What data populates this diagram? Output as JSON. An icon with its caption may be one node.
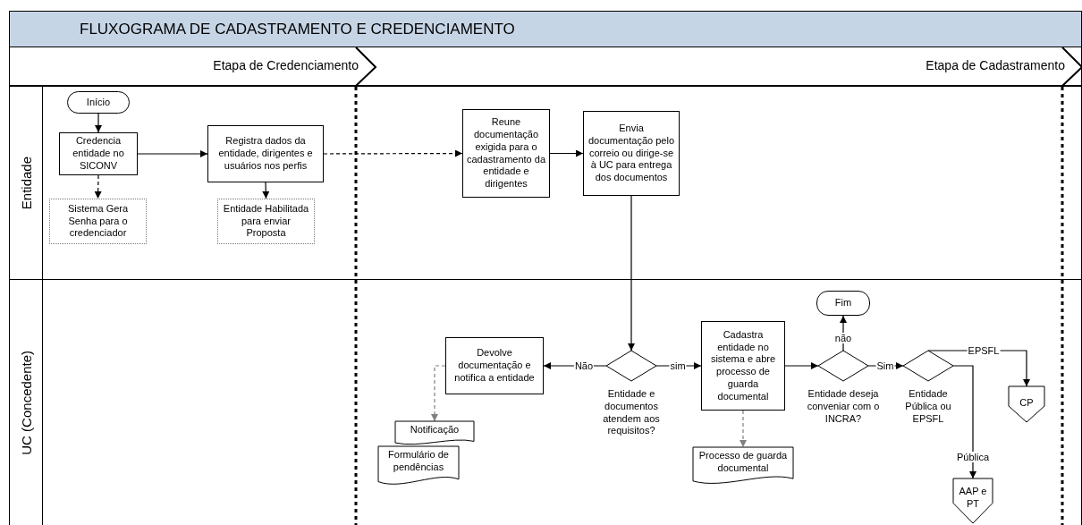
{
  "diagram": {
    "title": "FLUXOGRAMA DE CADASTRAMENTO E CREDENCIAMENTO",
    "nodes": [
      {
        "text": [
          "Entidade"
        ]
      },
      {
        "text": [
          "UC (Concedente)"
        ]
      },
      {
        "text": [
          "Início"
        ],
        "in": 0
      },
      {
        "text": [
          "Credencia entidade no SICONV"
        ],
        "in": 0
      },
      {
        "text": [
          "Sistema Gera Senha para o credenciador"
        ],
        "in": 0
      },
      {
        "text": [
          "Registra dados da entidade, dirigentes e usuários nos perfis"
        ],
        "in": 0
      },
      {
        "text": [
          "Entidade Habilitada para enviar Proposta"
        ],
        "in": 0
      },
      {
        "text": [
          "Reune documentação exigida para o cadastramento da entidade e dirigentes"
        ],
        "in": 0
      },
      {
        "text": [
          "Envia documentação pelo correio ou dirige-se à UC para entrega dos documentos"
        ],
        "in": 0
      },
      {
        "text": [
          "Fim"
        ],
        "in": 1
      },
      {
        "text": [
          "Devolve documentação e notifica a entidade"
        ],
        "in": 1
      },
      {
        "text": [
          "Entidade e documentos atendem aos requisitos?"
        ],
        "in": 1
      },
      {
        "text": [
          "Cadastra entidade no sistema e abre processo de guarda documental"
        ],
        "in": 1
      },
      {
        "text": [
          "Notificação"
        ],
        "in": 1
      },
      {
        "text": [
          "Formulário de pendências"
        ],
        "in": 1
      },
      {
        "text": [
          "Processo de guarda documental"
        ],
        "in": 1
      },
      {
        "text": [
          "Entidade deseja conveniar com o INCRA?"
        ],
        "in": 1
      },
      {
        "text": [
          "Entidade Pública ou EPSFL"
        ],
        "in": 1
      },
      {
        "text": [
          "CP"
        ],
        "in": 1
      },
      {
        "text": [
          "AAP e PT"
        ],
        "in": 1
      }
    ],
    "edges": [
      {
        "from": 2,
        "to": 3,
        "arrow": "to"
      },
      {
        "from": 3,
        "to": 5,
        "arrow": "to"
      },
      {
        "from": 3,
        "to": 4,
        "arrow": "to",
        "style": "dashed"
      },
      {
        "from": 5,
        "to": 6,
        "arrow": "to"
      },
      {
        "from": 5,
        "to": 7,
        "arrow": "to",
        "style": "dashed"
      },
      {
        "from": 7,
        "to": 8,
        "arrow": "to"
      },
      {
        "from": 8,
        "to": 11,
        "arrow": "to"
      },
      {
        "from": 11,
        "to": 10,
        "arrow": "to",
        "label": "Não"
      },
      {
        "from": 11,
        "to": 12,
        "arrow": "to",
        "label": "sim"
      },
      {
        "from": 10,
        "to": 13,
        "arrow": "to",
        "style": "dashed",
        "color": "#808080"
      },
      {
        "from": 12,
        "to": 15,
        "arrow": "to",
        "style": "dashed",
        "color": "#808080"
      },
      {
        "from": 12,
        "to": 16,
        "arrow": "to"
      },
      {
        "from": 16,
        "to": 9,
        "arrow": "to",
        "label": "não"
      },
      {
        "from": 16,
        "to": 17,
        "arrow": "to",
        "label": "Sim"
      },
      {
        "from": 17,
        "to": 18,
        "arrow": "to",
        "label": "EPSFL"
      },
      {
        "from": 17,
        "to": 19,
        "arrow": "to",
        "label": "Pública"
      }
    ],
    "labels": [
      "Etapa de Credenciamento",
      "Etapa de Cadastramento"
    ]
  }
}
